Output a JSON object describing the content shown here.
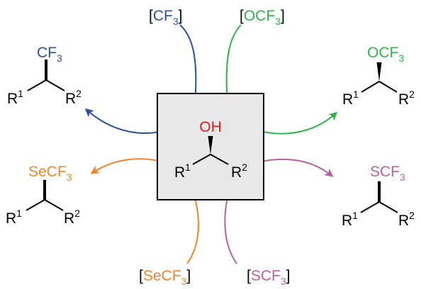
{
  "colors": {
    "cf3": "#2e4fa0",
    "ocf3": "#2fb34a",
    "secf3": "#f0852b",
    "scf3": "#b7629e",
    "oh": "#e0201b",
    "ink": "#000000",
    "box_fill": "#e8e8e8"
  },
  "reagents": {
    "cf3": {
      "open": "[",
      "body": "CF",
      "sub": "3",
      "close": "]"
    },
    "ocf3": {
      "open": "[",
      "body": "OCF",
      "sub": "3",
      "close": "]"
    },
    "secf3": {
      "open": "[",
      "body": "SeCF",
      "sub": "3",
      "close": "]"
    },
    "scf3": {
      "open": "[",
      "body": "SCF",
      "sub": "3",
      "close": "]"
    }
  },
  "center": {
    "group": "OH",
    "r1": {
      "base": "R",
      "sup": "1"
    },
    "r2": {
      "base": "R",
      "sup": "2"
    }
  },
  "products": {
    "cf3": {
      "group": "CF",
      "sub": "3",
      "r1": {
        "base": "R",
        "sup": "1"
      },
      "r2": {
        "base": "R",
        "sup": "2"
      }
    },
    "ocf3": {
      "group": "OCF",
      "sub": "3",
      "r1": {
        "base": "R",
        "sup": "1"
      },
      "r2": {
        "base": "R",
        "sup": "2"
      }
    },
    "secf3": {
      "group": "SeCF",
      "sub": "3",
      "r1": {
        "base": "R",
        "sup": "1"
      },
      "r2": {
        "base": "R",
        "sup": "2"
      }
    },
    "scf3": {
      "group": "SCF",
      "sub": "3",
      "r1": {
        "base": "R",
        "sup": "1"
      },
      "r2": {
        "base": "R",
        "sup": "2"
      }
    }
  }
}
